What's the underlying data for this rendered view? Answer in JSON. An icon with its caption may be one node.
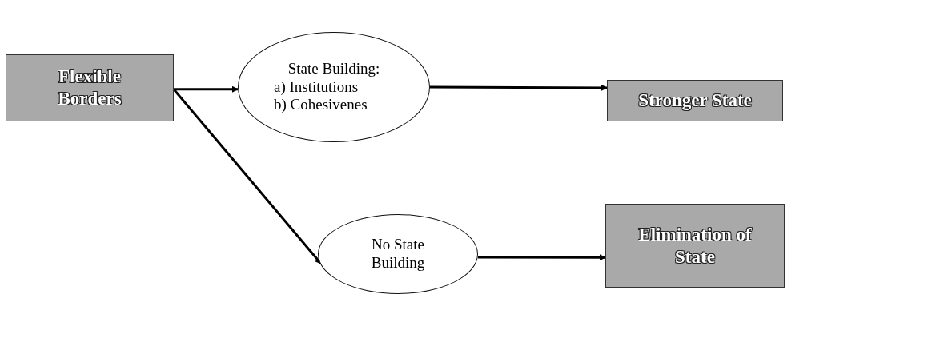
{
  "diagram": {
    "nodes": [
      {
        "text": [
          "Flexible Borders"
        ]
      },
      {
        "text": [
          "State Building:",
          "a) Institutions",
          "b) Cohesivenes"
        ]
      },
      {
        "text": [
          "Stronger State"
        ]
      },
      {
        "text": [
          "No State Building"
        ]
      },
      {
        "text": [
          "Elimination of State"
        ]
      }
    ],
    "edges": [
      {
        "from": 0,
        "to": 1,
        "arrow": "to"
      },
      {
        "from": 0,
        "to": 3,
        "arrow": "to"
      },
      {
        "from": 1,
        "to": 2,
        "arrow": "to"
      },
      {
        "from": 3,
        "to": 4,
        "arrow": "to"
      }
    ]
  }
}
